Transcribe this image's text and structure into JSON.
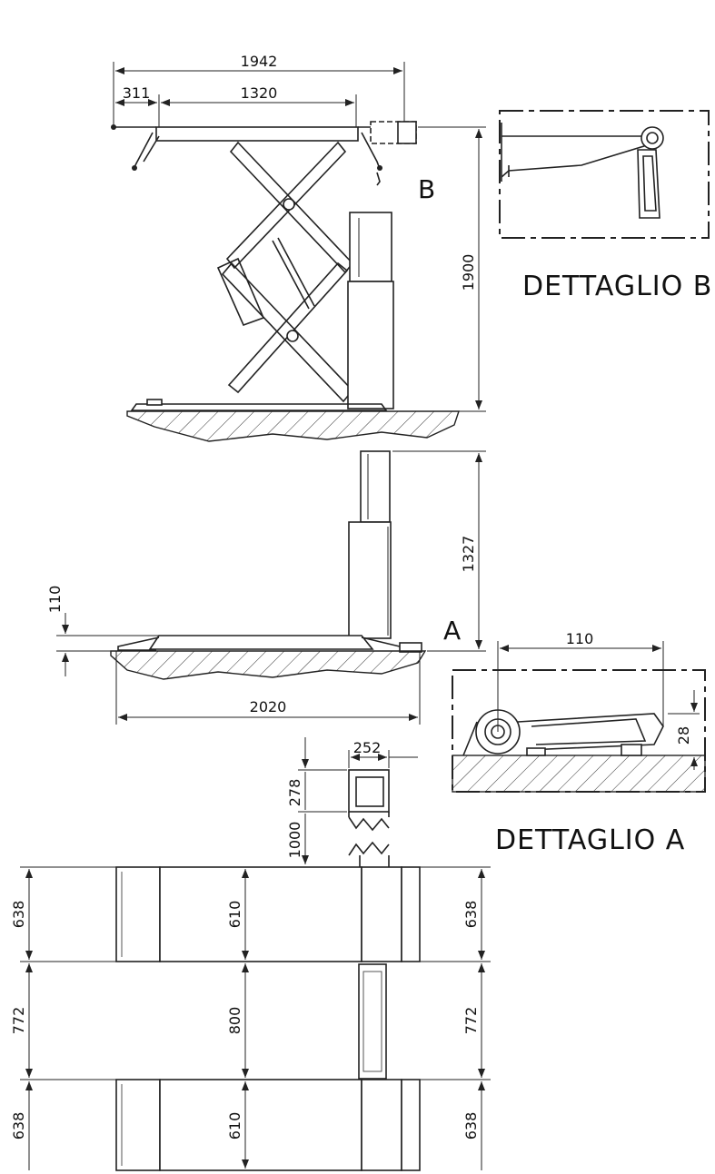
{
  "dimensions": {
    "top_overall_width": "1942",
    "top_overhang": "311",
    "top_platform_width": "1320",
    "raised_height": "1900",
    "lowered_column_height": "1327",
    "lowered_platform_height": "110",
    "lowered_base_width": "2020",
    "detail_a_height_110": "110",
    "detail_a_height_28": "28",
    "section_width": "252",
    "section_height": "278",
    "gap_to_plan": "1000",
    "plan_left_top": "638",
    "plan_left_middle": "772",
    "plan_left_bottom": "638",
    "plan_inner_top": "610",
    "plan_inner_middle": "800",
    "plan_inner_bottom": "610",
    "plan_right_top": "638",
    "plan_right_middle": "772",
    "plan_right_bottom": "638"
  },
  "labels": {
    "marker_b": "B",
    "marker_a": "A",
    "detail_b": "DETTAGLIO B",
    "detail_a": "DETTAGLIO A"
  }
}
